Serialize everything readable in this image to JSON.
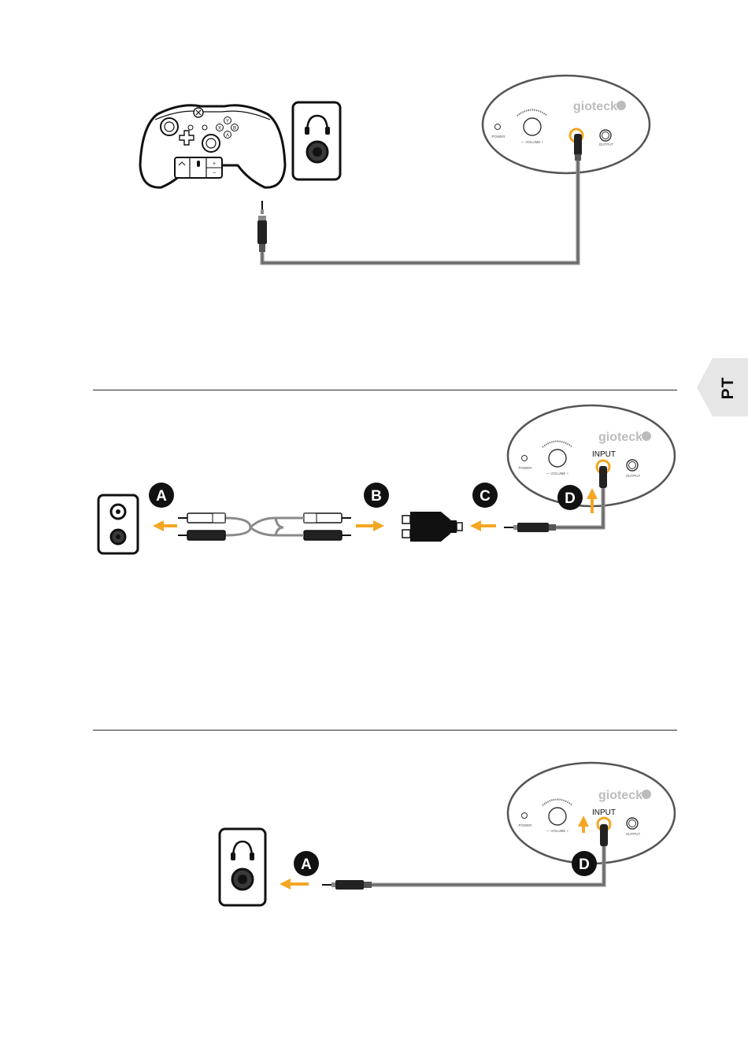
{
  "language_tab": "PT",
  "device": {
    "brand": "gioteck",
    "labels": {
      "power": "POWER",
      "volume": "— VOLUME +",
      "output": "OUTPUT",
      "input": "INPUT"
    }
  },
  "steps": {
    "a": "A",
    "b": "B",
    "c": "C",
    "d": "D"
  },
  "colors": {
    "accent_orange": "#f5a623",
    "cable_gray": "#8a8a8a",
    "outline": "#1a1a1a",
    "tab_gray": "#e6e6e6"
  }
}
